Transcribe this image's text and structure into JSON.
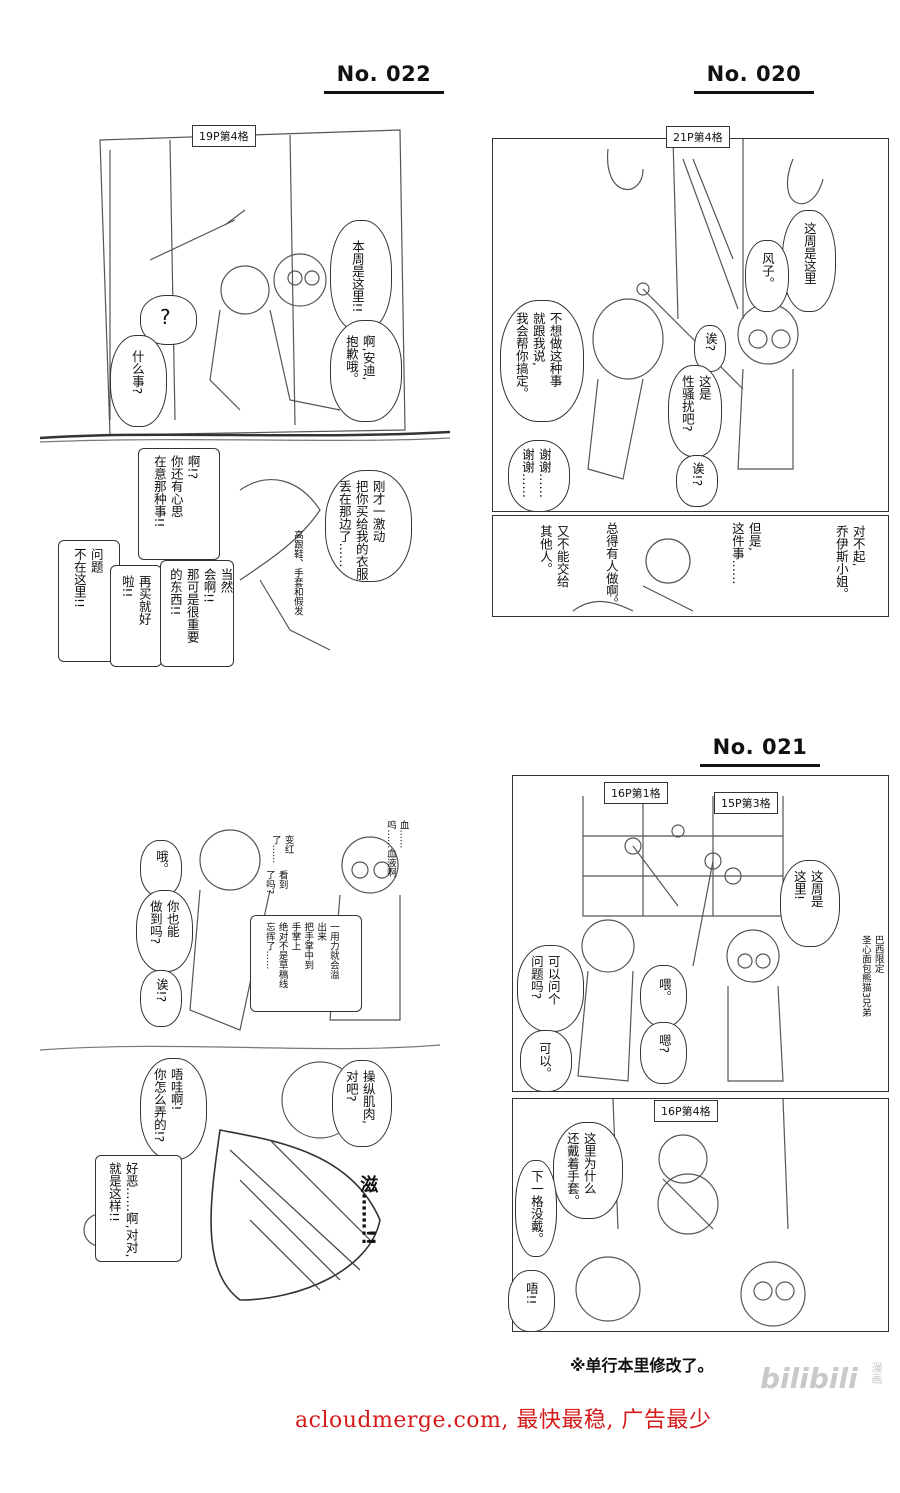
{
  "headings": {
    "no022": "No. 022",
    "no020": "No. 020",
    "no021": "No. 021"
  },
  "labels": {
    "p19_4": "19P第4格",
    "p21_4": "21P第4格",
    "p16_1": "16P第1格",
    "p15_3": "15P第3格",
    "p16_4": "16P第4格"
  },
  "s022": {
    "t1": "本周是这里!!",
    "t2": "?",
    "t3": "什么事?",
    "t4": "啊,安迪,\n抱歉哦。",
    "t5": "啊!?\n你还有心思\n在意那种事!!",
    "t6": "刚才一激动\n把你买给我的衣服\n丢在那边了……",
    "t7": "高跟鞋、手套和假发",
    "t8": "问题\n不在这里!!",
    "t9": "再买就好\n啦!!",
    "t10": "当然\n会啊!!\n那可是很重要\n的东西!!"
  },
  "s020": {
    "t1": "这周是这里",
    "t2": "风子。",
    "t3": "不想做这种事\n就跟我说,\n我会帮你搞定。",
    "t4": "诶?",
    "t5": "这是\n性骚扰吧?",
    "t6": "谢谢……\n谢谢……",
    "t7": "诶!?",
    "t8": "对不起,\n乔伊斯小姐。",
    "t9": "但是,\n这件事……",
    "t10": "总得有人做啊。",
    "t11": "又不能交给\n其他人。"
  },
  "s0xx": {
    "t1": "哦。",
    "t2": "你也能\n做到吗?",
    "t3": "诶!?",
    "t4": "变红\n了……",
    "t5": "看到\n了吗?",
    "t6": "血……\n呜……血液啊",
    "t7": "一用力就会溢\n出来\n把手掌中到\n手掌上\n绝对不是草稿线\n忘挥了……",
    "t8": "唔哇啊!\n你怎么弄的!?",
    "t9": "操纵肌肉,\n对吧?",
    "t10": "好恶……啊,对对,\n就是这样!!",
    "t11": "滋……!!"
  },
  "s021": {
    "t1": "这周是\n这里!",
    "t2": "可以问个\n问题吗?",
    "t3": "喂。",
    "t4": "嗯?",
    "t5": "可以。",
    "t6": "巴西限定\n圣心面包熊猫3兄弟",
    "t7": "这里为什么\n还戴着手套。",
    "t8": "下一格没戴。",
    "t9": "唔!!"
  },
  "footnote": "※单行本里修改了。",
  "ad": "acloudmerge.com, 最快最稳, 广告最少",
  "watermark": {
    "brand": "bilibili",
    "sub": "漫画"
  }
}
